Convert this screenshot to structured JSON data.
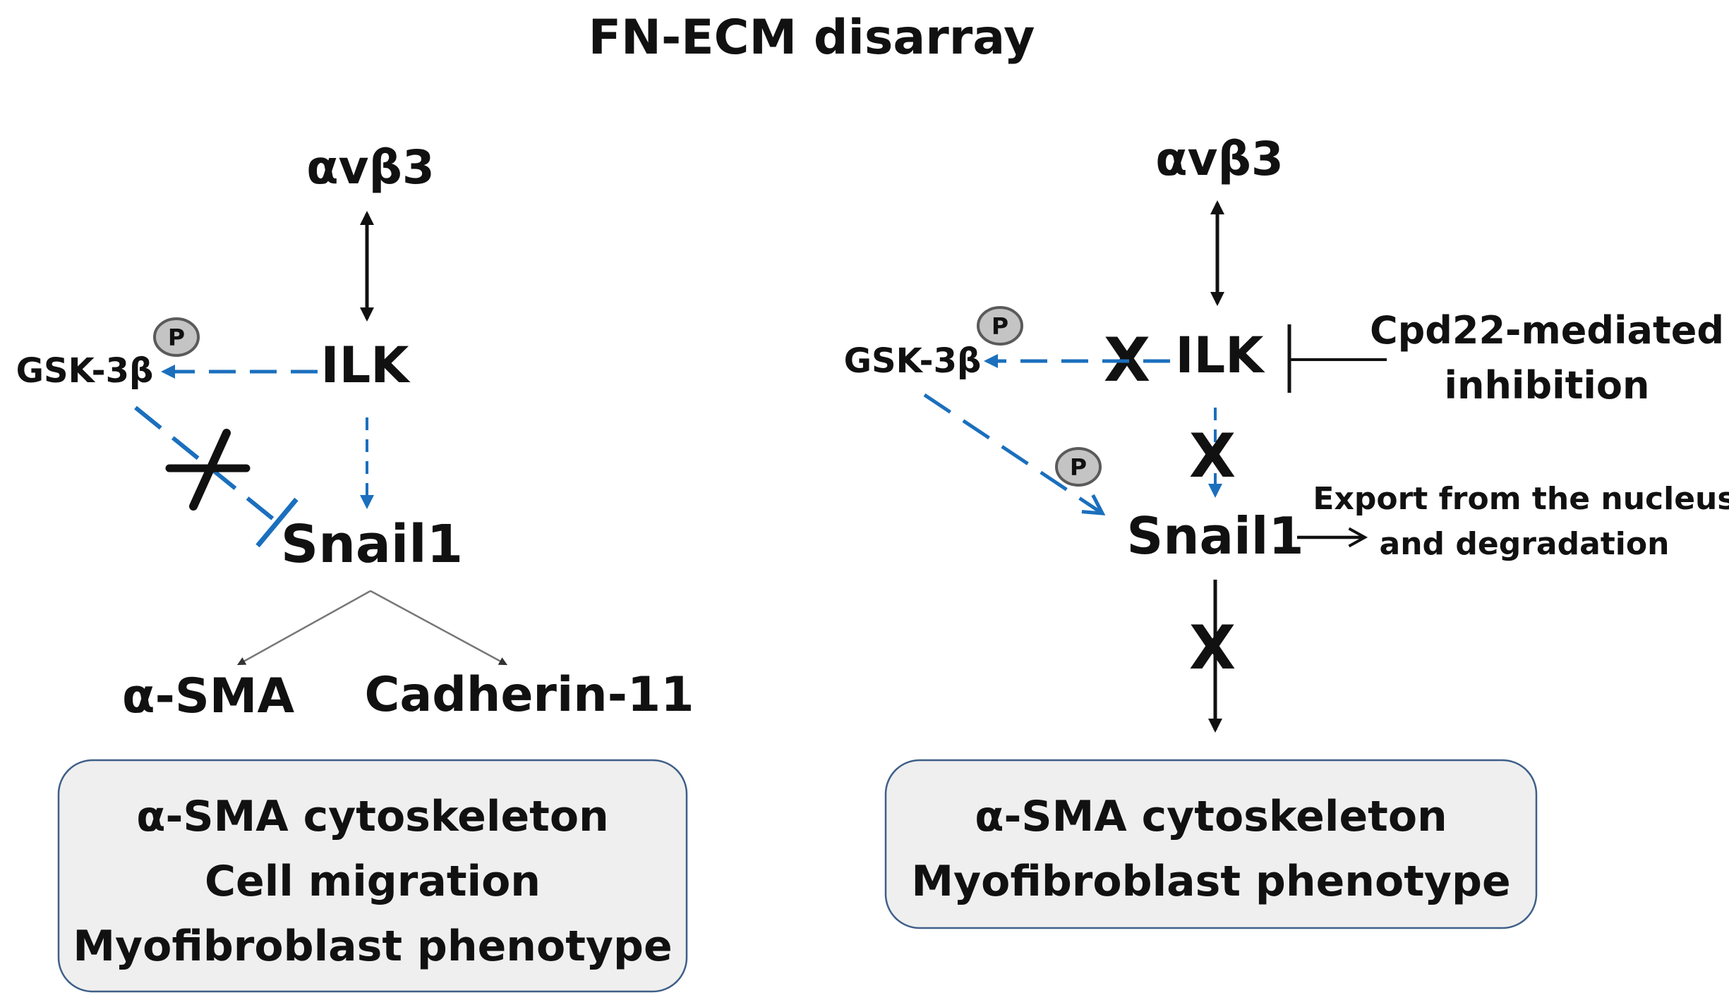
{
  "title": "FN-ECM disarray",
  "left": {
    "integrin": "αvβ3",
    "ilk": "ILK",
    "gsk": "GSK-3β",
    "phospho": "P",
    "snail": "Snail1",
    "target1": "α-SMA",
    "target2": "Cadherin-11",
    "box_lines": [
      "α-SMA cytoskeleton",
      "Cell migration",
      "Myofibroblast phenotype"
    ]
  },
  "right": {
    "integrin": "αvβ3",
    "ilk": "ILK",
    "gsk": "GSK-3β",
    "phospho1": "P",
    "phospho2": "P",
    "snail": "Snail1",
    "inhibitor_line1": "Cpd22-mediated",
    "inhibitor_line2": "inhibition",
    "export_line1": "Export from the nucleus",
    "export_line2": "and degradation",
    "block_mark": "X",
    "box_lines": [
      "α-SMA cytoskeleton",
      "Myofibroblast phenotype"
    ]
  },
  "colors": {
    "blue_arrow": "#1b6fbd",
    "black_arrow": "#111111",
    "box_fill": "#efefef",
    "box_border": "#3f5f88",
    "phospho_badge": "#c4c4c4"
  }
}
